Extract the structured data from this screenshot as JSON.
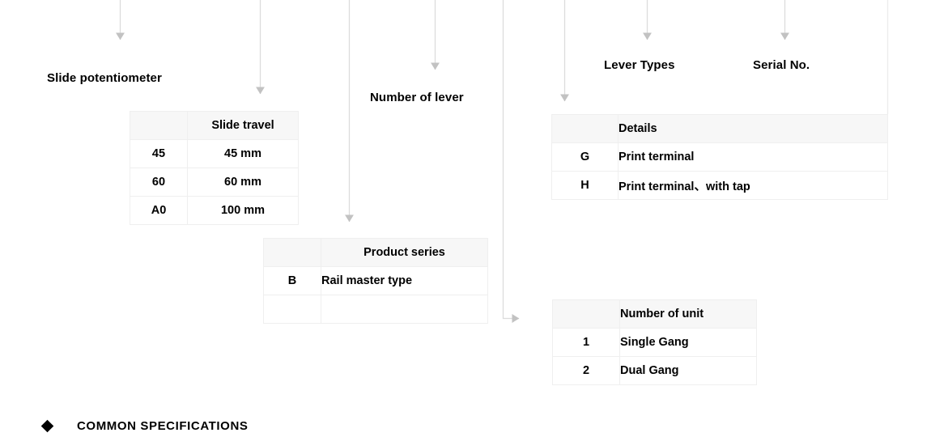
{
  "diagram": {
    "title": "Slide potentiometer part number breakdown",
    "line_color": "#d8d8d8",
    "arrow_color": "#c2c2c2",
    "header_fill": "#f7f7f7",
    "border_color": "#efefef",
    "text_color": "#000000"
  },
  "callouts": [
    {
      "id": "slide-potentiometer",
      "label": "Slide potentiometer"
    },
    {
      "id": "number-of-lever",
      "label": "Number of lever"
    },
    {
      "id": "lever-types",
      "label": "Lever Types"
    },
    {
      "id": "serial-no",
      "label": "Serial No."
    }
  ],
  "tables": {
    "slide_travel": {
      "name": "slide-travel-table",
      "header_code": "",
      "header_desc": "Slide travel",
      "rows": [
        {
          "code": "45",
          "desc": "45 mm"
        },
        {
          "code": "60",
          "desc": "60 mm"
        },
        {
          "code": "A0",
          "desc": "100 mm"
        }
      ]
    },
    "product_series": {
      "name": "product-series-table",
      "header_code": "",
      "header_desc": "Product series",
      "rows": [
        {
          "code": "B",
          "desc": "Rail master type"
        }
      ]
    },
    "details": {
      "name": "details-table",
      "header_code": "",
      "header_desc": "Details",
      "rows": [
        {
          "code": "G",
          "desc": "Print terminal"
        },
        {
          "code": "H",
          "desc": "Print terminal、with tap"
        }
      ]
    },
    "number_of_unit": {
      "name": "number-of-unit-table",
      "header_code": "",
      "header_desc": "Number of unit",
      "rows": [
        {
          "code": "1",
          "desc": "Single Gang"
        },
        {
          "code": "2",
          "desc": "Dual Gang"
        }
      ]
    }
  },
  "footer": {
    "bullet": "diamond-bullet",
    "label": "COMMON SPECIFICATIONS"
  }
}
